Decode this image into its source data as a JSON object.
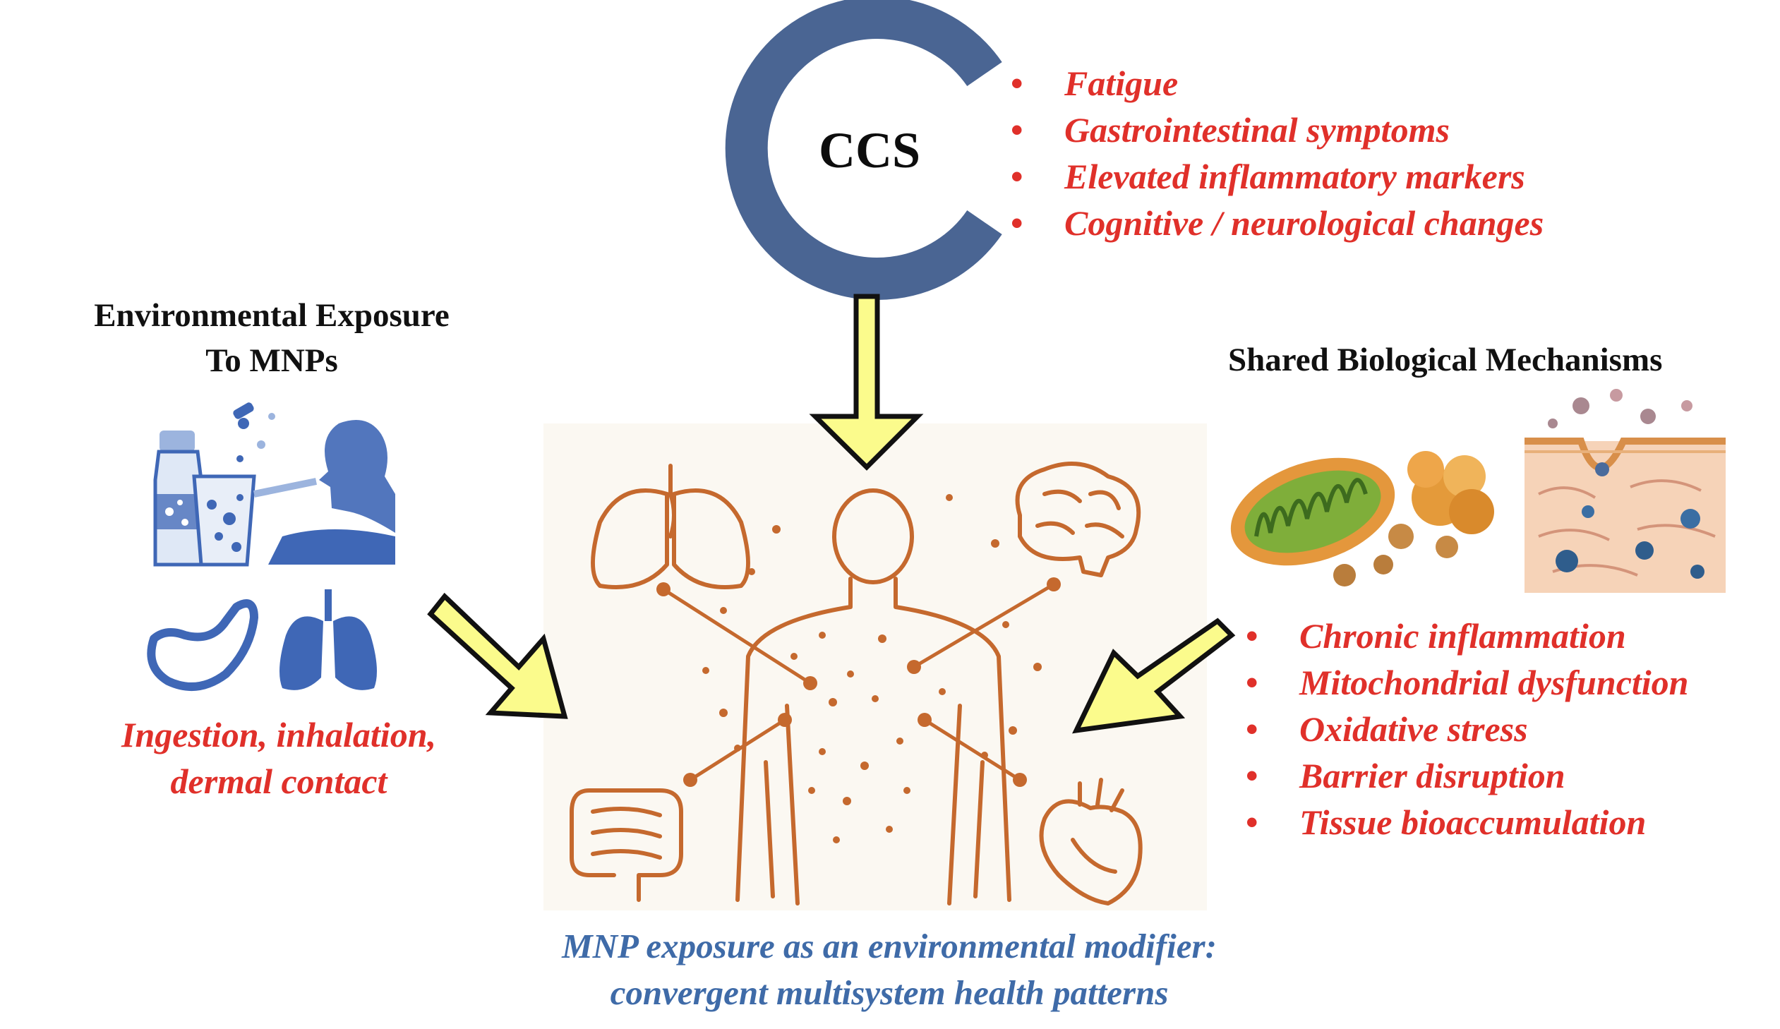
{
  "ccs": {
    "label": "CCS",
    "symptoms": [
      "Fatigue",
      "Gastrointestinal symptoms",
      "Elevated inflammatory markers",
      "Cognitive / neurological changes"
    ]
  },
  "exposure": {
    "title_line1": "Environmental Exposure",
    "title_line2": "To MNPs",
    "routes_line1": "Ingestion, inhalation,",
    "routes_line2": "dermal contact"
  },
  "mechanisms": {
    "title": "Shared Biological Mechanisms",
    "items": [
      "Chronic inflammation",
      "Mitochondrial dysfunction",
      "Oxidative stress",
      "Barrier disruption",
      "Tissue bioaccumulation"
    ]
  },
  "center": {
    "caption_line1": "MNP exposure as an environmental modifier:",
    "caption_line2": "convergent multisystem health patterns"
  },
  "colors": {
    "ccs_ring": "#4a6593",
    "symptom_text": "#e0302a",
    "caption_text": "#3f6ba8",
    "arrow_fill": "#fbfb8c",
    "body_outline": "#c5692e",
    "exposure_icons": "#3f67b6"
  },
  "icons": {
    "center": "human-body-organs-icon",
    "exposure": [
      "water-bottle-icon",
      "water-glass-icon",
      "inhalation-head-icon",
      "stomach-icon",
      "lungs-icon"
    ],
    "mechanisms": [
      "mitochondrion-icon",
      "particle-cluster-icon",
      "skin-barrier-icon"
    ]
  }
}
